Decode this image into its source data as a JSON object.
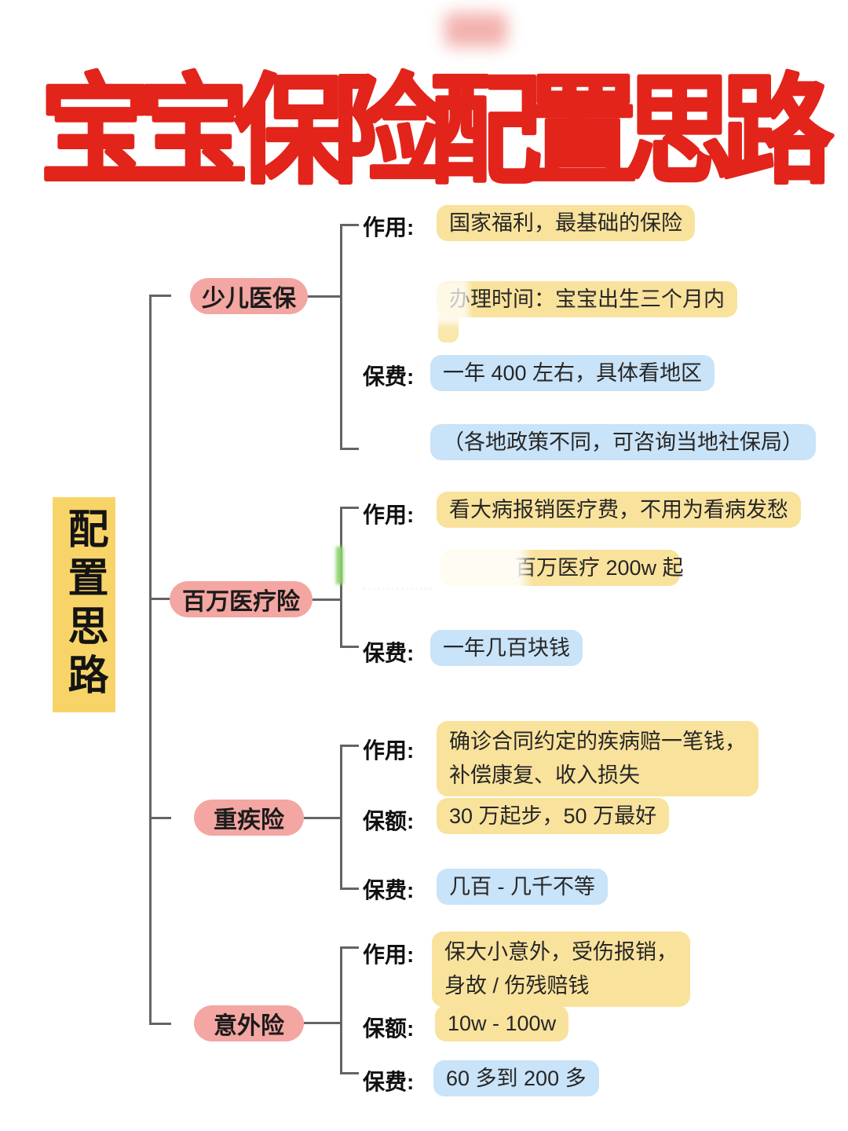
{
  "title": "宝宝保险配置思路",
  "root": {
    "label": "配置思路"
  },
  "colors": {
    "title_red": "#e2241b",
    "node_pink": "#f3a6a2",
    "highlight_yellow": "#f9e29c",
    "highlight_blue": "#c9e3f8",
    "root_yellow": "#f8d468",
    "line_gray": "#646464"
  },
  "sections": [
    {
      "node": "少儿医保",
      "rows": [
        {
          "label": "作用:",
          "text": "国家福利，最基础的保险"
        },
        {
          "label": "",
          "text": "办理时间：宝宝出生三个月内"
        },
        {
          "label": "保费:",
          "text": "一年 400 左右，具体看地区"
        },
        {
          "label": "",
          "text": "（各地政策不同，可咨询当地社保局）"
        }
      ]
    },
    {
      "node": "百万医疗险",
      "rows": [
        {
          "label": "作用:",
          "text": "看大病报销医疗费，不用为看病发愁"
        },
        {
          "label": "",
          "text": "百万医疗 200w 起"
        },
        {
          "label": "保费:",
          "text": "一年几百块钱"
        }
      ]
    },
    {
      "node": "重疾险",
      "rows": [
        {
          "label": "作用:",
          "text": "确诊合同约定的疾病赔一笔钱，\n补偿康复、收入损失"
        },
        {
          "label": "保额:",
          "text": "30 万起步，50 万最好"
        },
        {
          "label": "保费:",
          "text": "几百 - 几千不等"
        }
      ]
    },
    {
      "node": "意外险",
      "rows": [
        {
          "label": "作用:",
          "text": "保大小意外，受伤报销，\n身故 / 伤残赔钱"
        },
        {
          "label": "保额:",
          "text": "10w - 100w"
        },
        {
          "label": "保费:",
          "text": "60 多到 200 多"
        }
      ]
    }
  ]
}
